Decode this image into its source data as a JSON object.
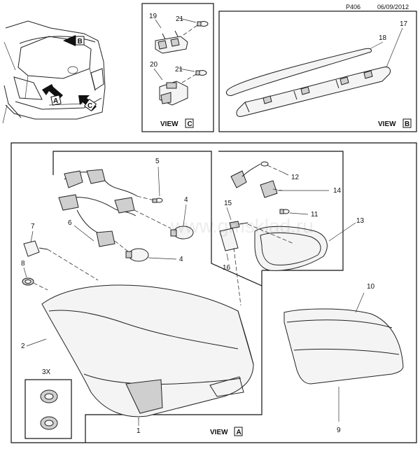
{
  "header": {
    "code": "P406",
    "date": "06/09/2012"
  },
  "watermark": "www.gmsklad.ru",
  "views": {
    "a": {
      "label": "VIEW",
      "letter": "A"
    },
    "b": {
      "label": "VIEW",
      "letter": "B"
    },
    "c": {
      "label": "VIEW",
      "letter": "C"
    }
  },
  "car_arrows": {
    "a": "A",
    "b": "B",
    "c": "C"
  },
  "callouts": {
    "c1": "1",
    "c2": "2",
    "c3x": "3X",
    "c4a": "4",
    "c4b": "4",
    "c5": "5",
    "c6": "6",
    "c7": "7",
    "c8": "8",
    "c9": "9",
    "c10": "10",
    "c11": "11",
    "c12": "12",
    "c13": "13",
    "c14": "14",
    "c15": "15",
    "c16": "16",
    "c17": "17",
    "c18": "18",
    "c19": "19",
    "c20": "20",
    "c21a": "21",
    "c21b": "21"
  }
}
